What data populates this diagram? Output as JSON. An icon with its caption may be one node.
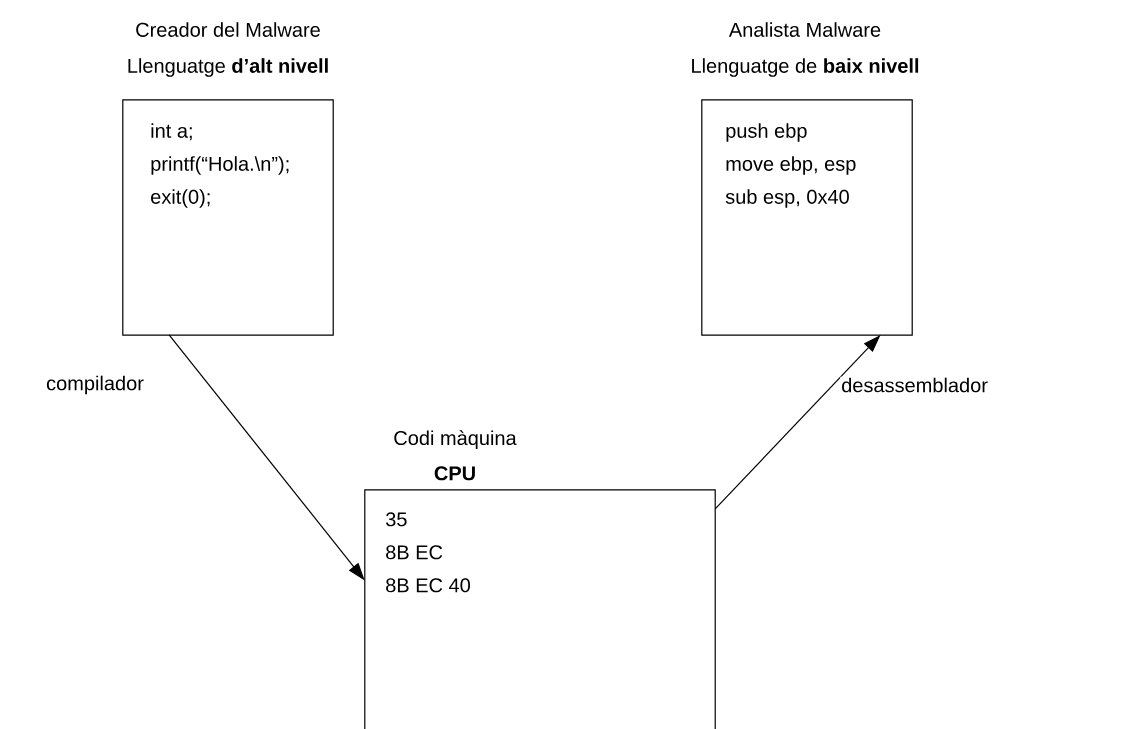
{
  "diagram": {
    "nodes": [
      {
        "text": [
          "Creador del Malware",
          "Llenguatge **d’alt nivell**",
          "int a;",
          "printf(“Hola.\\n”);",
          "exit(0);"
        ]
      },
      {
        "text": [
          "Analista Malware",
          "Llenguatge de **baix nivell**",
          "push ebp",
          "move ebp, esp",
          "sub esp, 0x40"
        ]
      },
      {
        "text": [
          "Codi màquina",
          "**CPU**",
          "35",
          "8B EC",
          "8B EC 40"
        ]
      }
    ],
    "edges": [
      {
        "from": 0,
        "to": 2,
        "arrow": "to",
        "label": "compilador"
      },
      {
        "from": 2,
        "to": 1,
        "arrow": "to",
        "label": "desassemblador"
      }
    ]
  }
}
